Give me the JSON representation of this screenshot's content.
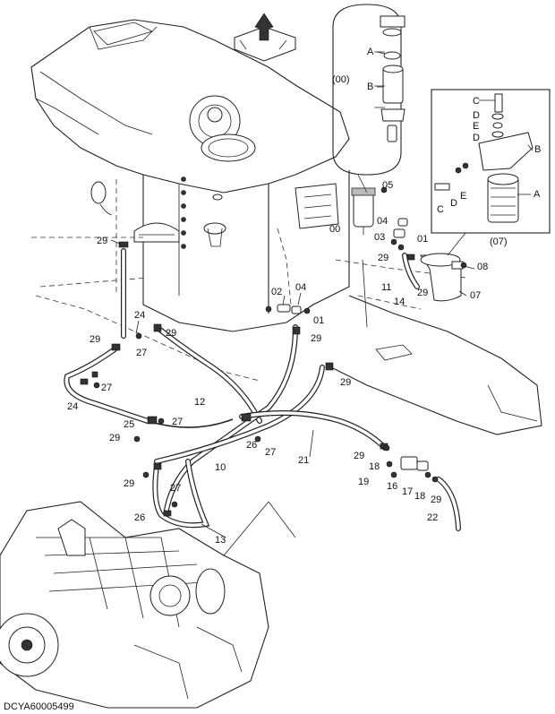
{
  "diagram": {
    "caption": "DCYA60005499",
    "labels": {
      "p01a": "01",
      "p01b": "01",
      "p02": "02",
      "p03": "03",
      "p04a": "04",
      "p04b": "04",
      "p05": "05",
      "p07": "07",
      "p08": "08",
      "p10": "10",
      "p11": "11",
      "p12": "12",
      "p13": "13",
      "p14": "14",
      "p16": "16",
      "p17": "17",
      "p18a": "18",
      "p18b": "18",
      "p19": "19",
      "p21": "21",
      "p22": "22",
      "p24a": "24",
      "p24b": "24",
      "p25": "25",
      "p26a": "26",
      "p26b": "26",
      "p27a": "27",
      "p27b": "27",
      "p27c": "27",
      "p27d": "27",
      "p27e": "27",
      "p29a": "29",
      "p29b": "29",
      "p29c": "29",
      "p29d": "29",
      "p29e": "29",
      "p29f": "29",
      "p29g": "29",
      "p29h": "29",
      "p29i": "29",
      "p29j": "29",
      "p29k": "29",
      "p00": "00",
      "inset1_group": "(00)",
      "inset1_A": "A",
      "inset1_B": "B",
      "inset2_group": "(07)",
      "inset2_A": "A",
      "inset2_B": "B",
      "inset2_C1": "C",
      "inset2_C2": "C",
      "inset2_D1": "D",
      "inset2_D2": "D",
      "inset2_D3": "D",
      "inset2_E1": "E",
      "inset2_E2": "E"
    }
  }
}
